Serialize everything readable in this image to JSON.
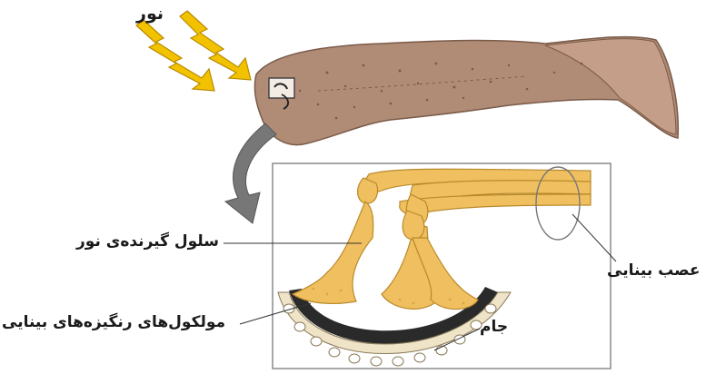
{
  "labels": {
    "light": "نور",
    "photoreceptor_cell": "سلول گیرنده‌ی نور",
    "pigment_molecules": "مولکول‌های رنگیزه‌های بینایی",
    "cup": "جام",
    "optic_nerve": "عصب بینایی"
  },
  "colors": {
    "flatworm_body": "#b08c76",
    "light_rays": "#f2c200",
    "cell_fill": "#f0c060",
    "pigment_cup": "#2a2a2a",
    "cup_cells": "#efe4c8",
    "arrow": "#777777",
    "box_border": "#8a8a8a"
  },
  "icons": {
    "light_rays": "zigzag-lightning-arrows",
    "direction_arrow": "arrow-right"
  }
}
